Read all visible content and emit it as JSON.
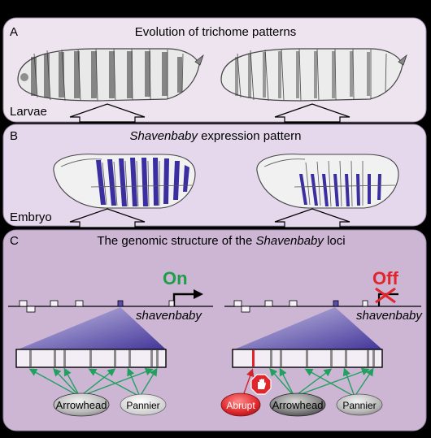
{
  "panels": {
    "a": {
      "letter": "A",
      "title": "Evolution of trichome patterns",
      "stage_label": "Larvae"
    },
    "b": {
      "letter": "B",
      "title_italic": "Shavenbaby",
      "title_rest": " expression pattern",
      "stage_label": "Embryo"
    },
    "c": {
      "letter": "C",
      "title_pre": "The genomic structure of the ",
      "title_italic": "Shavenbaby",
      "title_post": " loci",
      "left": {
        "state": "On",
        "gene": "shavenbaby",
        "factors": [
          "Arrowhead",
          "Pannier"
        ]
      },
      "right": {
        "state": "Off",
        "gene": "shavenbaby",
        "factors": [
          "Abrupt",
          "Arrowhead",
          "Pannier"
        ]
      }
    }
  },
  "colors": {
    "panel_fill": "#eee4f0",
    "panel_c_fill": "#cdb6d4",
    "expression_blue": "#3a2ea0",
    "on_green": "#1f9e4a",
    "off_red": "#e0262b",
    "arrow_green": "#22a060"
  }
}
